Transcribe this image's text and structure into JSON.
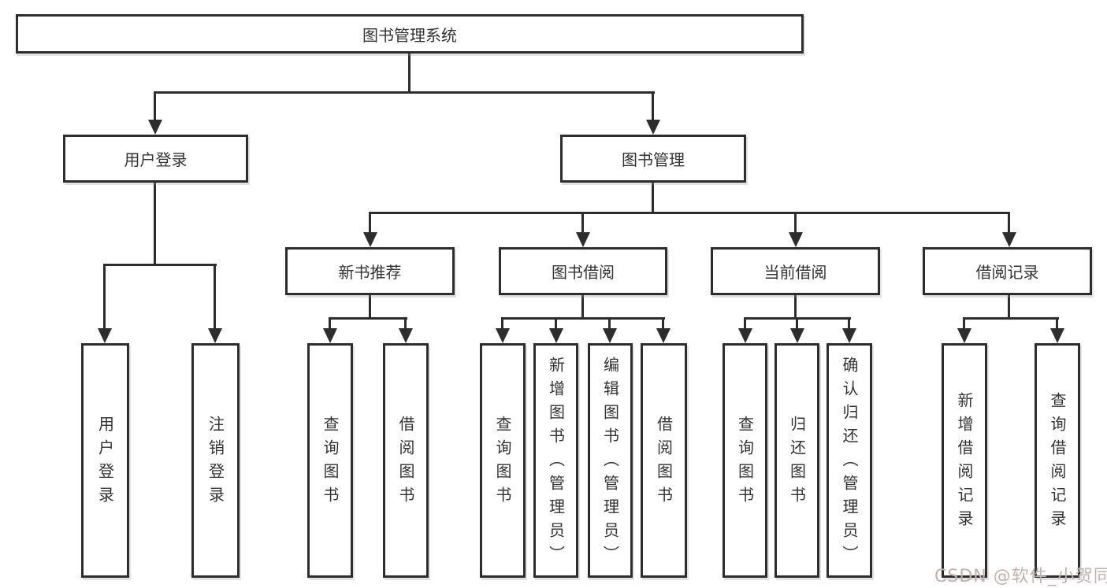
{
  "diagram_title": "图书管理系统",
  "colors": {
    "line": "#2d2d2d",
    "text": "#333333",
    "background": "#ffffff",
    "watermark": "#c3b0b0"
  },
  "tree": {
    "label": "图书管理系统",
    "children": [
      {
        "label": "用户登录",
        "children": [
          {
            "label": "用户登录"
          },
          {
            "label": "注销登录"
          }
        ]
      },
      {
        "label": "图书管理",
        "children": [
          {
            "label": "新书推荐",
            "children": [
              {
                "label": "查询图书"
              },
              {
                "label": "借阅图书"
              }
            ]
          },
          {
            "label": "图书借阅",
            "children": [
              {
                "label": "查询图书"
              },
              {
                "label": "新增图书（管理员）"
              },
              {
                "label": "编辑图书（管理员）"
              },
              {
                "label": "借阅图书"
              }
            ]
          },
          {
            "label": "当前借阅",
            "children": [
              {
                "label": "查询图书"
              },
              {
                "label": "归还图书"
              },
              {
                "label": "确认归还（管理员）"
              }
            ]
          },
          {
            "label": "借阅记录",
            "children": [
              {
                "label": "新增借阅记录"
              },
              {
                "label": "查询借阅记录"
              }
            ]
          }
        ]
      }
    ]
  },
  "watermark": {
    "text": "CSDN @软件_小贺同学"
  }
}
